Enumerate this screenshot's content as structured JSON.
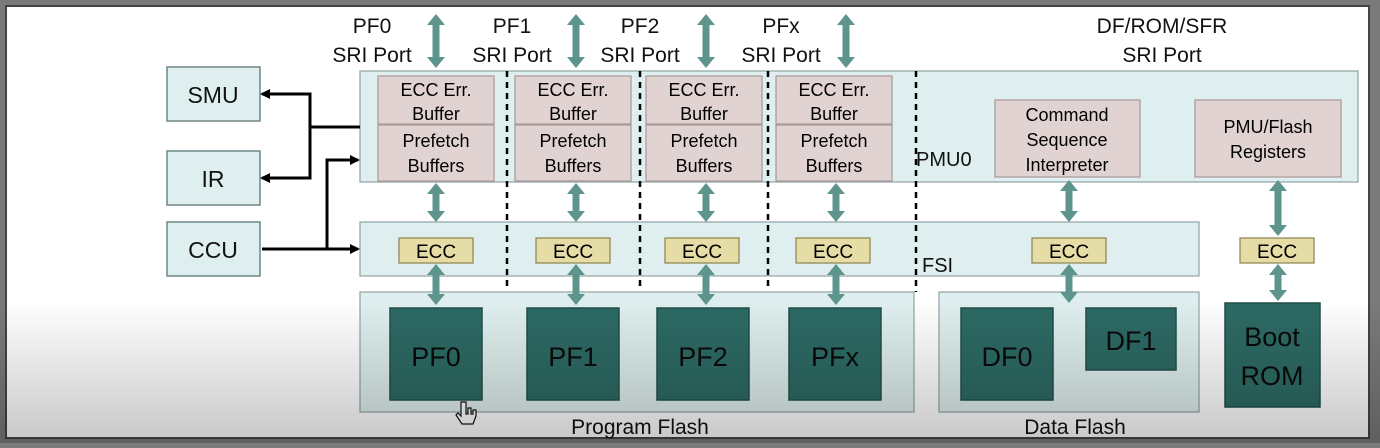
{
  "ports": {
    "pf0": [
      "PF0",
      "SRI Port"
    ],
    "pf1": [
      "PF1",
      "SRI Port"
    ],
    "pf2": [
      "PF2",
      "SRI Port"
    ],
    "pfx": [
      "PFx",
      "SRI Port"
    ],
    "df_rom_sfr": [
      "DF/ROM/SFR",
      "SRI Port"
    ]
  },
  "modules": {
    "smu": "SMU",
    "ir": "IR",
    "ccu": "CCU"
  },
  "pmu": {
    "label": "PMU0",
    "ecc_err_buffer": [
      "ECC Err.",
      "Buffer"
    ],
    "prefetch_buffers": [
      "Prefetch",
      "Buffers"
    ],
    "command_sequence_interpreter": [
      "Command",
      "Sequence",
      "Interpreter"
    ],
    "pmu_flash_registers": [
      "PMU/Flash",
      "Registers"
    ]
  },
  "fsi": {
    "label": "FSI",
    "ecc": "ECC"
  },
  "program_flash": {
    "label": "Program Flash",
    "banks": [
      "PF0",
      "PF1",
      "PF2",
      "PFx"
    ]
  },
  "data_flash": {
    "label": "Data Flash",
    "banks": [
      "DF0",
      "DF1"
    ]
  },
  "boot_rom": [
    "Boot",
    "ROM"
  ],
  "colors": {
    "panel": "#dfeeee",
    "light_block": "#e2d3d3",
    "light_block_border": "#a89898",
    "ecc_fill": "#e6dda6",
    "ecc_border": "#8a8150",
    "bank_fill": "#2d6a64",
    "bank_border": "#214f4a",
    "arrow": "#5d958c",
    "text": "#111111"
  }
}
